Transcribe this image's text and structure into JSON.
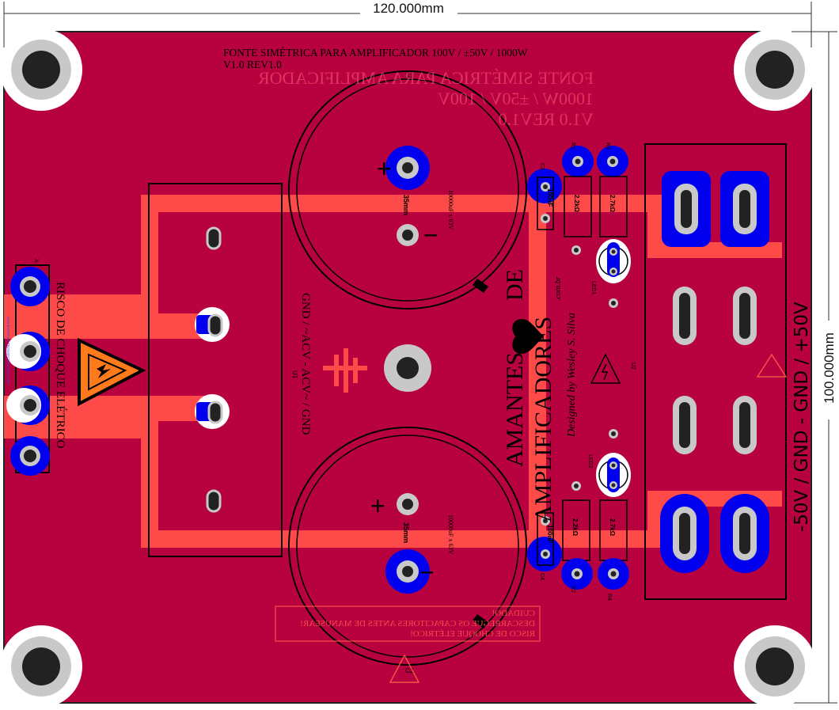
{
  "dimensions": {
    "width_label": "120.000mm",
    "height_label": "100.000mm"
  },
  "silkscreen": {
    "title_line1": "FONTE SIMÉTRICA PARA AMPLIFICADOR 100V / ±50V / 1000W",
    "title_line2": "V1.0 REV1.0",
    "mirrored_line1": "FONTE SIMÉTRICA PARA AMPLIFICADOR",
    "mirrored_line2": "1000W / ±50V / 100V",
    "mirrored_line3": "V1.0 REV1.0",
    "danger_text": "RISCO DE CHOQUE ELÉTRICO",
    "input_label": "GND / ~ACV - ACV~ / GND",
    "output_label": "-50V / GND - GND / +50V",
    "brand_line1": "AMANTES",
    "brand_de": "DE",
    "brand_line2": "AMPLIFICADORES",
    "brand_com": ".com.br",
    "brand_signature": "Designed by Wesley S. Silva",
    "warning_line1": "CUIDADO!",
    "warning_line2": "DESCARREGUE OS CAPACITORES ANTES DE MANUSEAR!",
    "warning_line3": "RISCO DE CHOQUE ELÉTRICO!",
    "connector_tiny": "ACV ENTRADA TRANSFORMADOR 100V"
  },
  "components": {
    "c1_ref": "C1",
    "c2_ref": "C2",
    "c1_value": "10000uF x 63V",
    "c2_value": "10000uF x 63V",
    "cap_size": "35mm",
    "plus": "+",
    "minus": "−",
    "c3_ref": "C3",
    "c4_ref": "C4",
    "c_small_value": "100nF",
    "r1_ref": "R1",
    "r2_ref": "R2",
    "r3_ref": "R3",
    "r4_ref": "R4",
    "r_22k": "2.2kΩ",
    "r_27k": "2.7kΩ",
    "led1_ref": "LED1",
    "led2_ref": "LED2",
    "u1_ref": "U1",
    "u2_ref": "U2",
    "j1_ref": "J1"
  },
  "colors": {
    "board": "#b8023f",
    "copper": "#ff4a4a",
    "pad": "#0000ee",
    "hole": "#c8c8c8",
    "silk": "#000000"
  }
}
